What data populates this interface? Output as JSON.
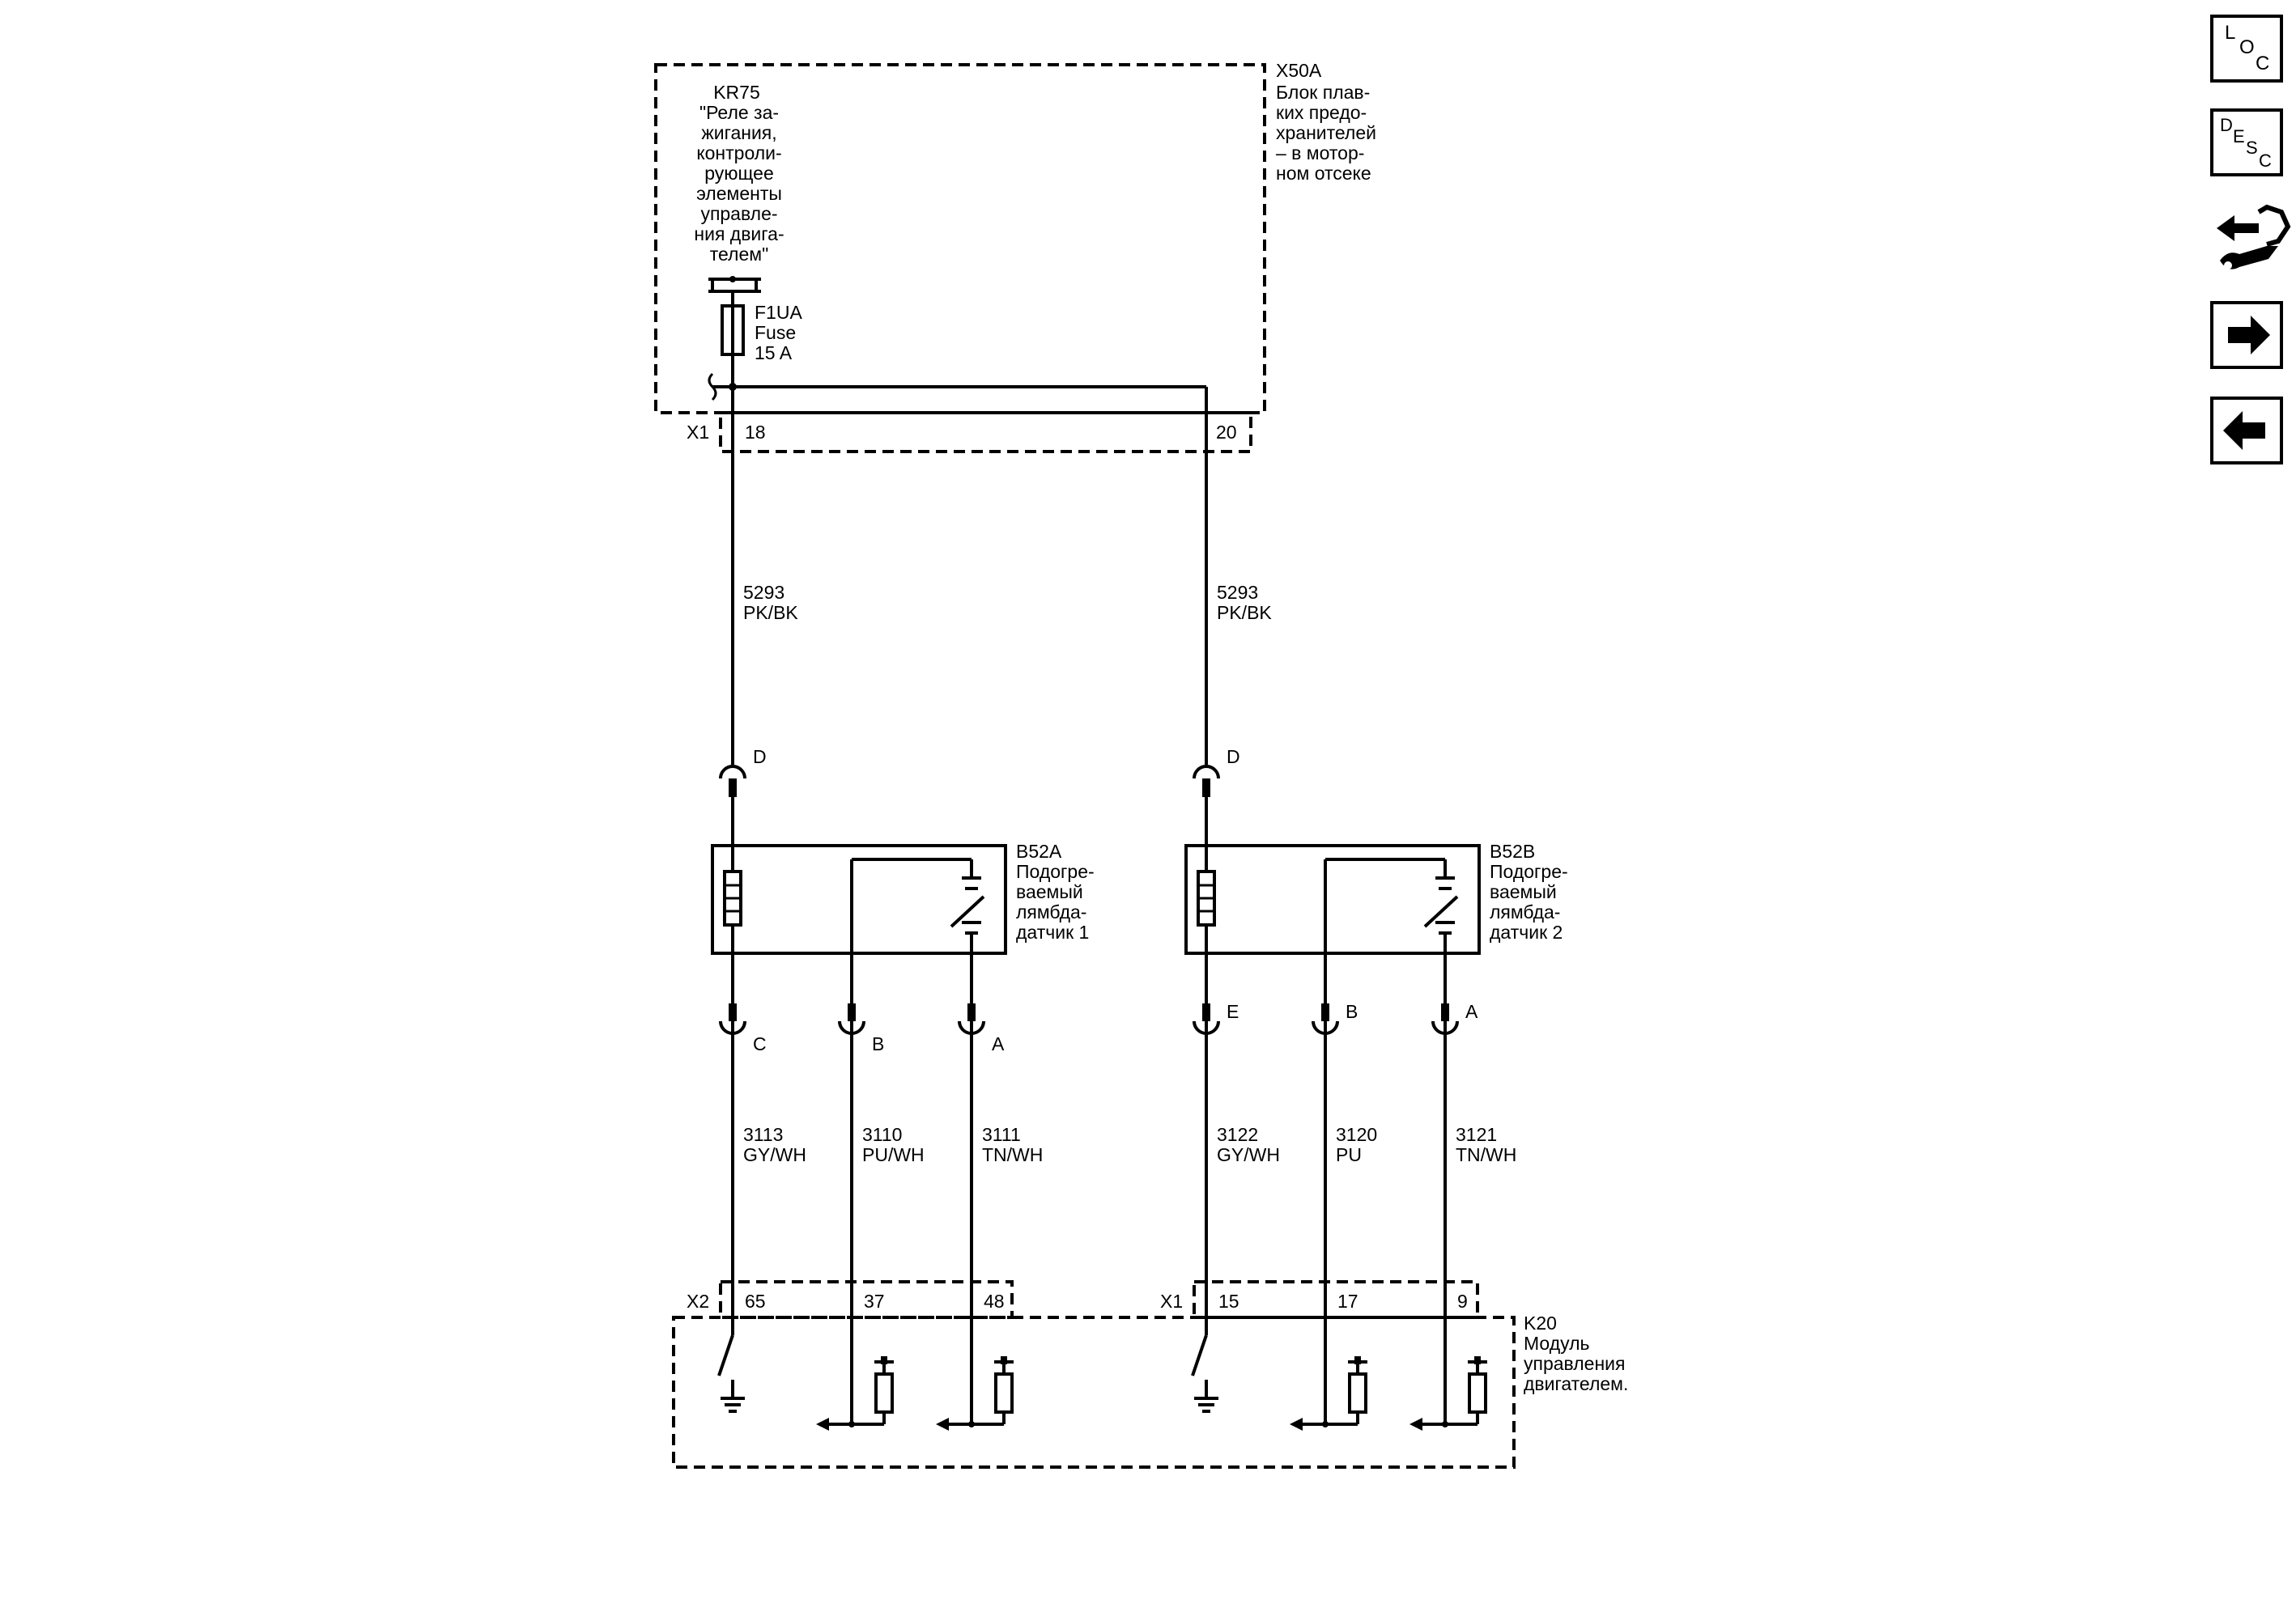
{
  "fuse_block": {
    "id": "X50A",
    "desc": [
      "Блок плав-",
      "ких предо-",
      "хранителей",
      "– в мотор-",
      "ном отсеке"
    ],
    "relay_id": "KR75",
    "relay_desc": [
      "\"Реле за-",
      "жигания,",
      "контроли-",
      "рующее",
      "элементы",
      "управле-",
      "ния двига-",
      "телем\""
    ],
    "fuse_lines": [
      "F1UA",
      "Fuse",
      "15 A"
    ],
    "connector": "X1",
    "pin_left": "18",
    "pin_right": "20"
  },
  "wires_top": {
    "left": {
      "circuit": "5293",
      "color": "PK/BK"
    },
    "right": {
      "circuit": "5293",
      "color": "PK/BK"
    }
  },
  "sensor1": {
    "id": "B52A",
    "desc": [
      "Подогре-",
      "ваемый",
      "лямбда-",
      "датчик 1"
    ],
    "pin_top": "D",
    "pins_bottom": [
      "C",
      "B",
      "A"
    ]
  },
  "sensor2": {
    "id": "B52B",
    "desc": [
      "Подогре-",
      "ваемый",
      "лямбда-",
      "датчик 2"
    ],
    "pin_top": "D",
    "pins_bottom": [
      "E",
      "B",
      "A"
    ]
  },
  "wires_bottom": [
    {
      "circuit": "3113",
      "color": "GY/WH"
    },
    {
      "circuit": "3110",
      "color": "PU/WH"
    },
    {
      "circuit": "3111",
      "color": "TN/WH"
    },
    {
      "circuit": "3122",
      "color": "GY/WH"
    },
    {
      "circuit": "3120",
      "color": "PU"
    },
    {
      "circuit": "3121",
      "color": "TN/WH"
    }
  ],
  "ecm": {
    "id": "K20",
    "desc": [
      "Модуль",
      "управления",
      "двигателем."
    ],
    "connector_left": "X2",
    "pins_left": [
      "65",
      "37",
      "48"
    ],
    "connector_right": "X1",
    "pins_right": [
      "15",
      "17",
      "9"
    ]
  },
  "nav": {
    "loc": {
      "a": "L",
      "b": "O",
      "c": "C"
    },
    "desc": {
      "a": "D",
      "b": "E",
      "c": "S",
      "d": "C"
    },
    "icons": [
      "connector-repair-icon",
      "arrow-right-icon",
      "arrow-left-icon"
    ]
  }
}
